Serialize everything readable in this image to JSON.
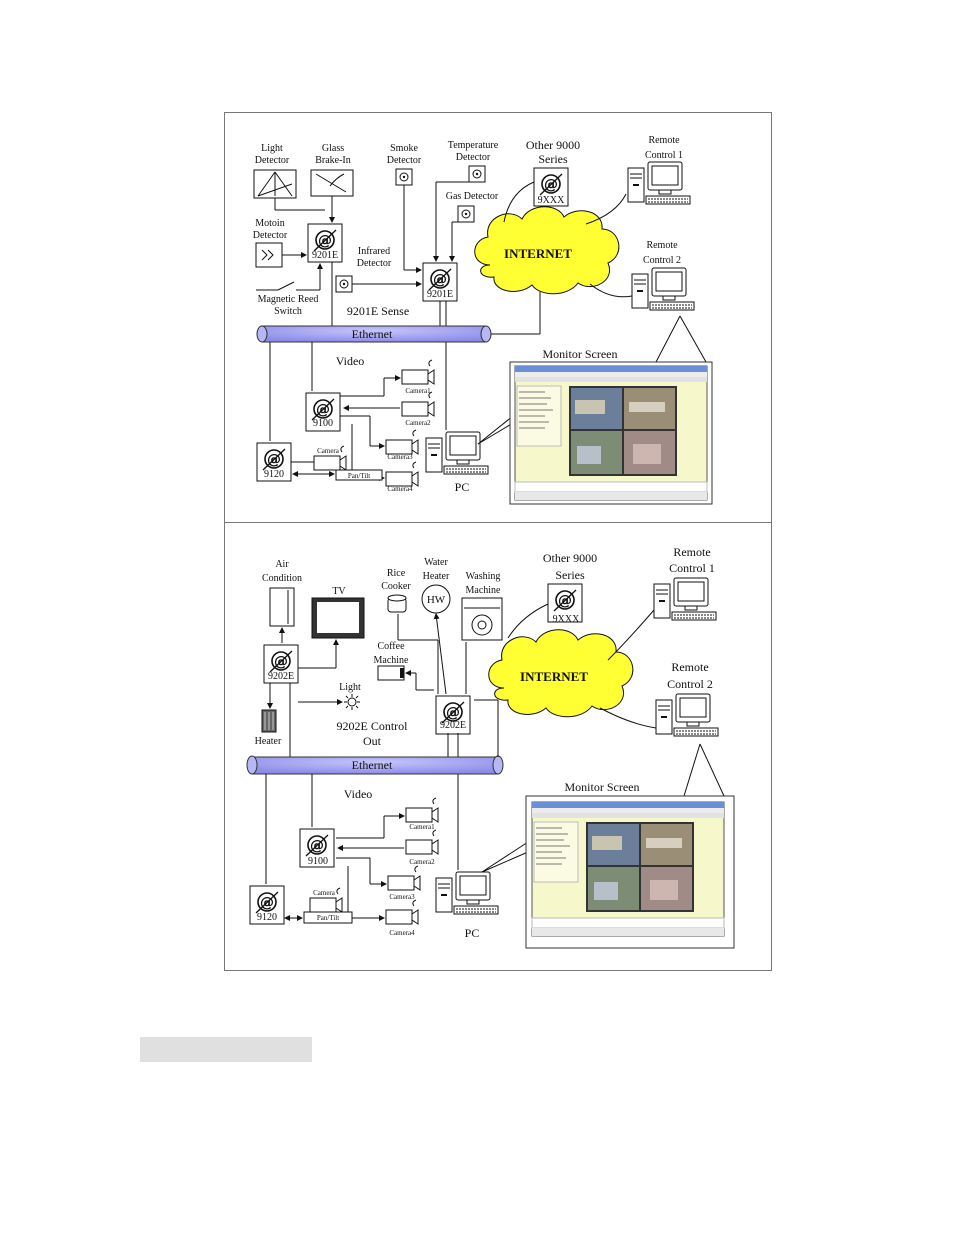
{
  "colors": {
    "ethernet": "#9a99f2",
    "internet": "#ffff33",
    "screen_bg": "#f7f7cc",
    "line": "#111111"
  },
  "icons": [
    "at-sign-device-icon",
    "computer-icon",
    "camera-icon",
    "cloud-icon",
    "detector-icon"
  ],
  "top": {
    "sensors": {
      "light_detector": [
        "Light",
        "Detector"
      ],
      "glass_brake_in": [
        "Glass",
        "Brake-In"
      ],
      "smoke_detector": [
        "Smoke",
        "Detector"
      ],
      "temperature_detector": [
        "Temperature",
        "Detector"
      ],
      "gas_detector": "Gas Detector",
      "motion_detector": [
        "Motoin",
        "Detector"
      ],
      "infrared_detector": [
        "Infrared",
        "Detector"
      ],
      "magnetic_reed": [
        "Magnetic Reed",
        "Switch"
      ]
    },
    "other_series": [
      "Other 9000",
      "Series"
    ],
    "device_9xxx": "9XXX",
    "device_9201e_a": "9201E",
    "device_9201e_b": "9201E",
    "internet": "INTERNET",
    "remote1": [
      "Remote",
      "Control 1"
    ],
    "remote2": [
      "Remote",
      "Control 2"
    ],
    "sense_label": "9201E Sense",
    "ethernet": "Ethernet",
    "video": "Video",
    "monitor_screen": "Monitor Screen",
    "device_9100": "9100",
    "device_9120": "9120",
    "camera": "Camera",
    "pan_tilt": "Pan/Tilt",
    "cameras": [
      "Camera1",
      "Camera2",
      "Camera3",
      "Camera4"
    ],
    "pc": "PC"
  },
  "bottom": {
    "air_condition": [
      "Air",
      "Condition"
    ],
    "tv": "TV",
    "rice_cooker": [
      "Rice",
      "Cooker"
    ],
    "water_heater": [
      "Water",
      "Heater"
    ],
    "hw": "HW",
    "washing_machine": [
      "Washing",
      "Machine"
    ],
    "coffee_machine": [
      "Coffee",
      "Machine"
    ],
    "light": "Light",
    "heater": "Heater",
    "device_9202e_a": "9202E",
    "device_9202e_b": "9202E",
    "control_label": [
      "9202E Control",
      "Out"
    ],
    "other_series": [
      "Other 9000",
      "Series"
    ],
    "device_9xxx": "9XXX",
    "internet": "INTERNET",
    "remote1": [
      "Remote",
      "Control 1"
    ],
    "remote2": [
      "Remote",
      "Control 2"
    ],
    "ethernet": "Ethernet",
    "video": "Video",
    "monitor_screen": "Monitor Screen",
    "device_9100": "9100",
    "device_9120": "9120",
    "camera": "Camera",
    "pan_tilt": "Pan/Tilt",
    "cameras": [
      "Camera1",
      "Camera2",
      "Camera3",
      "Camera4"
    ],
    "pc": "PC"
  }
}
